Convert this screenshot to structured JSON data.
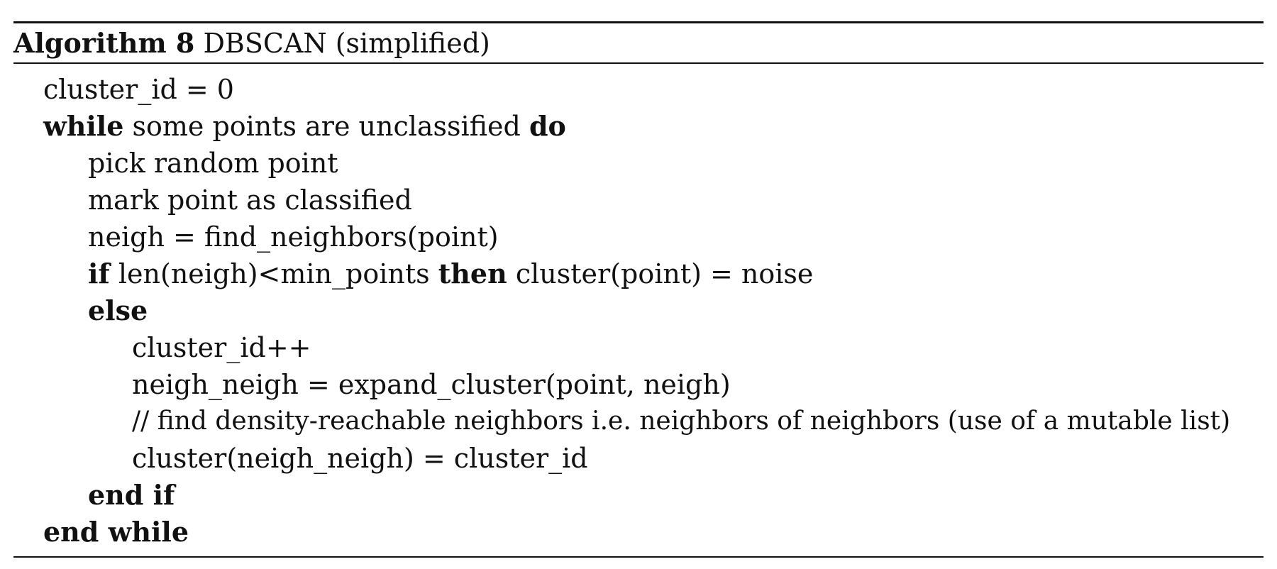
{
  "algorithm": {
    "caption_label": "Algorithm 8",
    "caption_title": "DBSCAN (simplified)",
    "lines": {
      "l1": "cluster_id = 0",
      "l2_kw": "while",
      "l2_text": " some points are unclassified ",
      "l2_kw2": "do",
      "l3": "pick random point",
      "l4": "mark point as classified",
      "l5": "neigh = find_neighbors(point)",
      "l6_kw": "if",
      "l6_text": " len(neigh)<min_points ",
      "l6_kw2": "then",
      "l6_text2": " cluster(point) = noise",
      "l7_kw": "else",
      "l8": "cluster_id++",
      "l9": "neigh_neigh = expand_cluster(point, neigh)",
      "l10": "// find density-reachable neighbors i.e. neighbors of neighbors (use of a mutable list)",
      "l11": "cluster(neigh_neigh) = cluster_id",
      "l12_kw": "end if",
      "l13_kw": "end while"
    }
  }
}
